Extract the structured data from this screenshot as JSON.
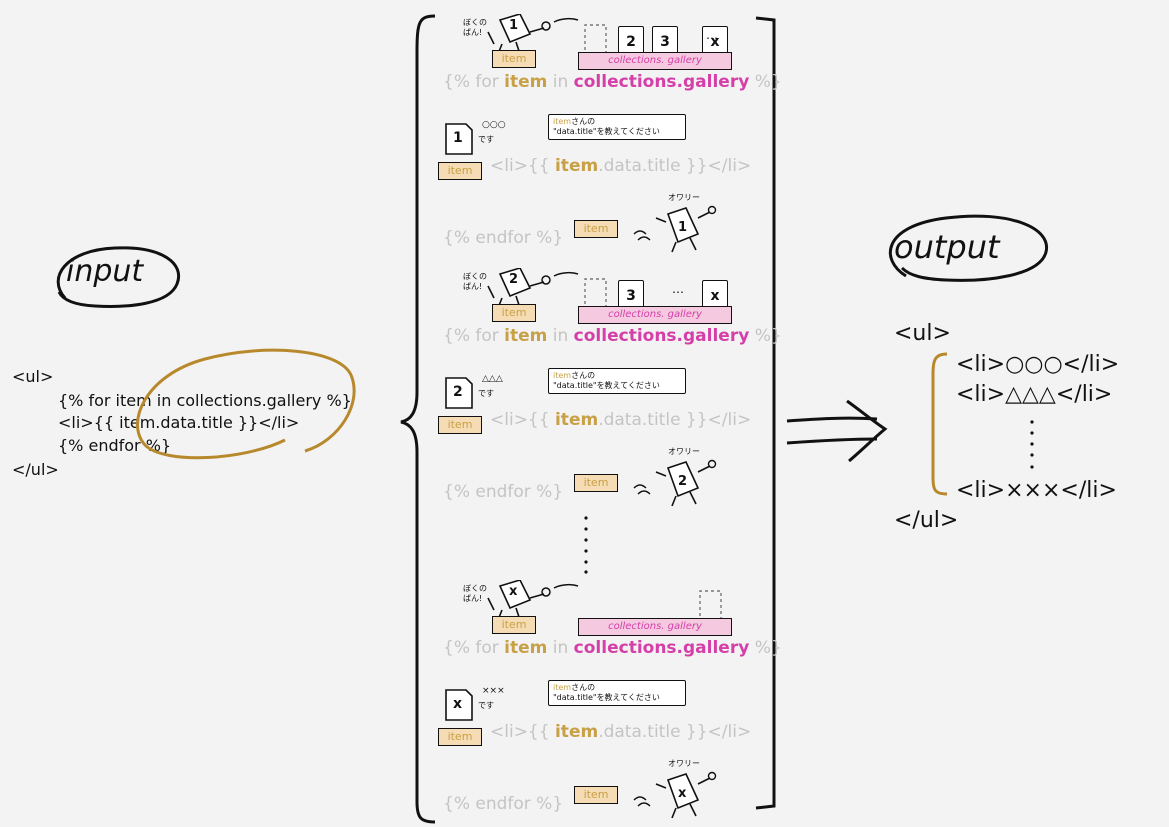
{
  "input": {
    "label": "input",
    "lines": [
      "<ul>",
      "{% for item in collections.gallery %}",
      "<li>{{ item.data.title }}</li>",
      "{% endfor %}",
      "</ul>"
    ]
  },
  "loop": {
    "for_open": "{% for ",
    "for_item": "item",
    "for_in": " in ",
    "for_coll": "collections.gallery",
    "for_close": " %}",
    "li_open": "<li>{{ ",
    "li_item": "item",
    "li_rest": ".data.title }}</li>",
    "endfor": "{% endfor %}",
    "box_label": "item",
    "tray_label": "collections. gallery",
    "boku_line1": "ぼくの",
    "boku_line2": "ばん!",
    "bubble_line1_item": "item",
    "bubble_line1_rest": "さんの",
    "bubble_line2": "\"data.title\"を教えてください",
    "desu": "です",
    "owari": "オワリー",
    "ellipsis": "…",
    "iterations": [
      {
        "doc": "1",
        "cards": [
          "2",
          "3",
          "x"
        ],
        "title": "○○○"
      },
      {
        "doc": "2",
        "cards": [
          "3",
          "x"
        ],
        "title": "△△△"
      },
      {
        "doc": "x",
        "cards": [],
        "title": "×××"
      }
    ]
  },
  "output": {
    "label": "output",
    "ul_open": "<ul>",
    "items": [
      "<li>○○○</li>",
      "<li>△△△</li>",
      "<li>×××</li>"
    ],
    "ul_close": "</ul>"
  },
  "colors": {
    "item": "#c8a046",
    "collections": "#d43fa8",
    "box_fill": "#f5dcb4",
    "tray_fill": "#f5c9df",
    "muted": "#c4c4c4",
    "bracket": "#b8892c"
  }
}
